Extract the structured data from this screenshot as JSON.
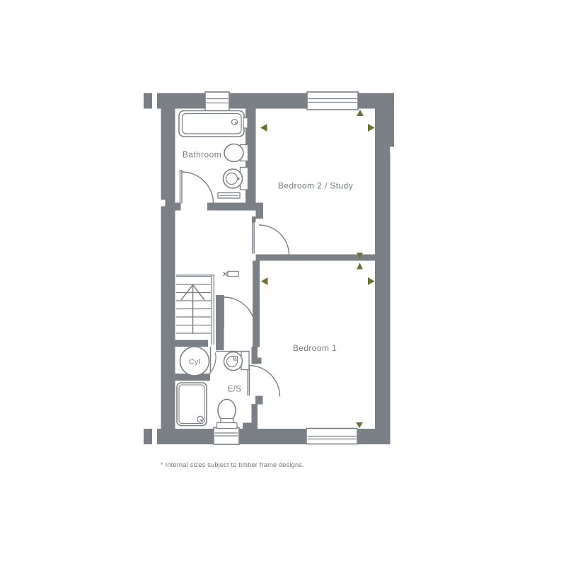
{
  "floorplan": {
    "rooms": {
      "bathroom": {
        "label": "Bathroom"
      },
      "bedroom2": {
        "label": "Bedroom 2 / Study"
      },
      "bedroom1": {
        "label": "Bedroom 1"
      },
      "ensuite": {
        "label": "E/S"
      },
      "cylinder_cupboard": {
        "label": "Cyl"
      }
    },
    "footnote": "* Internal sizes subject to timber frame designs.",
    "fixtures": [
      "bath",
      "basin",
      "toilet",
      "radiator",
      "shower-tray",
      "hot-water-cylinder",
      "stairs",
      "loft-hatch"
    ],
    "colors": {
      "wall": "#7a8086",
      "text": "#757a82",
      "dimension_arrow": "#6b7334",
      "background": "#ffffff"
    }
  }
}
